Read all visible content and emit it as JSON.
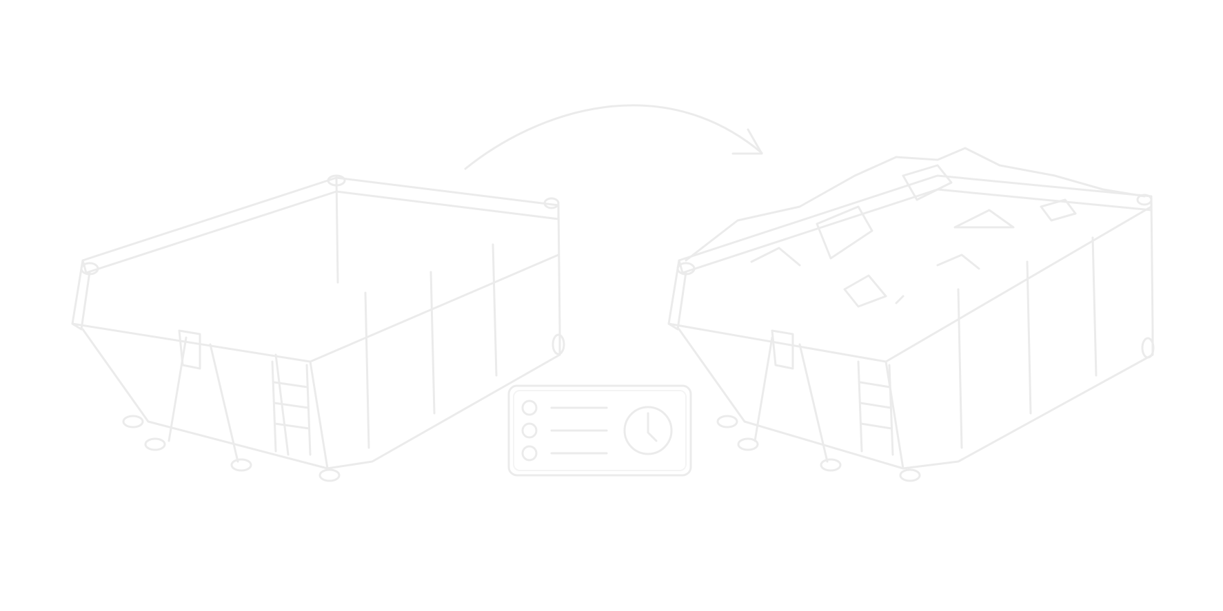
{
  "scene": {
    "left_item": "empty-container",
    "transition": "arrow",
    "right_item": "filled-container",
    "panel": {
      "rows": 3,
      "icon": "clock-icon"
    }
  },
  "colors": {
    "background": "#ffffff",
    "stroke": "#ebebeb",
    "stroke_inner": "#f4f4f4"
  }
}
